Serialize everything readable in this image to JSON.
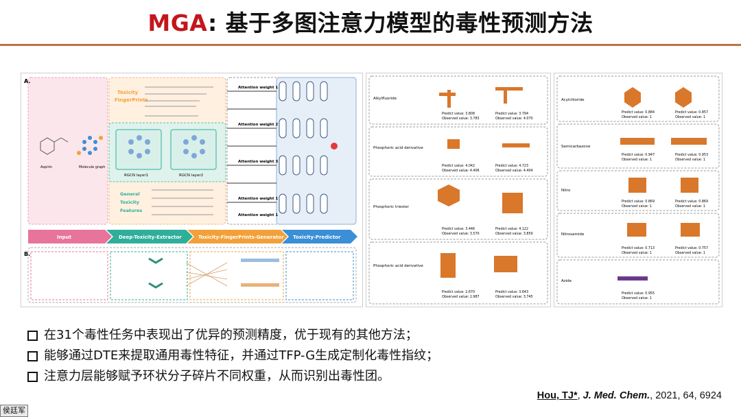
{
  "slide": {
    "title_accent": "MGA",
    "title_rest": ": 基于多图注意力模型的毒性预测方法"
  },
  "figure_a": {
    "panel_a": "A.",
    "panel_b": "B.",
    "stages": [
      "Input",
      "Deep-Toxicity-Extractor",
      "Toxicity-FingerPrints-Generator",
      "Toxicity-Predictor"
    ],
    "fingerprints_label": [
      "Toxicity",
      "FingerPrints"
    ],
    "features_label": [
      "General",
      "Toxicity",
      "Features"
    ],
    "layers": [
      "RGCN layer1",
      "RGCN layer2"
    ],
    "attention": [
      "Attention weight 1",
      "Attention weight 2",
      "Attention weight 3",
      "Attention weight 1",
      "Attention weight 1"
    ],
    "molecule_labels": [
      "Aspirin",
      "Molecule graph"
    ]
  },
  "figure_b": {
    "rows": [
      {
        "name": "Alkylfluoride",
        "p1": "Predict value: 3.808",
        "o1": "Observed value: 3.783",
        "p2": "Predict value: 3.794",
        "o2": "Observed value: 4.070"
      },
      {
        "name": "Phosphoric acid derivative",
        "p1": "Predict value: 4.042",
        "o1": "Observed value: 4.406",
        "p2": "Predict value: 4.723",
        "o2": "Observed value: 4.404"
      },
      {
        "name": "Phosphoric triester",
        "p1": "Predict value: 3.446",
        "o1": "Observed value: 3.570",
        "p2": "Predict value: 4.122",
        "o2": "Observed value: 3.859"
      },
      {
        "name": "Phosphoric acid derivative",
        "p1": "Predict value: 2.670",
        "o1": "Observed value: 2.987",
        "p2": "Predict value: 3.643",
        "o2": "Observed value: 3.745"
      }
    ]
  },
  "figure_c": {
    "rows": [
      {
        "name": "Acylchloride",
        "p1": "Predict value: 0.884",
        "o1": "Observed value: 1",
        "p2": "Predict value: 0.857",
        "o2": "Observed value: 1"
      },
      {
        "name": "Semicarbazone",
        "p1": "Predict value: 0.947",
        "o1": "Observed value: 1",
        "p2": "Predict value: 0.953",
        "o2": "Observed value: 1"
      },
      {
        "name": "Nitro",
        "p1": "Predict value: 0.869",
        "o1": "Observed value: 1",
        "p2": "Predict value: 0.869",
        "o2": "Observed value: 1"
      },
      {
        "name": "Nitrosamide",
        "p1": "Predict value: 0.713",
        "o1": "Observed value: 1",
        "p2": "Predict value: 0.757",
        "o2": "Observed value: 1"
      },
      {
        "name": "Azide",
        "p1": "Predict value: 0.955",
        "o1": "Observed value: 1",
        "p2": "",
        "o2": ""
      }
    ]
  },
  "bullets": [
    "在31个毒性任务中表现出了优异的预测精度，优于现有的其他方法；",
    "能够通过DTE来提取通用毒性特征，并通过TFP-G生成定制化毒性指纹；",
    "注意力层能够赋予环状分子碎片不同权重，从而识别出毒性团。"
  ],
  "citation": {
    "authors": "Hou, TJ*",
    "sep": ", ",
    "journal": "J. Med. Chem.",
    "details": ", 2021, 64, 6924"
  },
  "presenter": "侯廷军",
  "colors": {
    "title_accent": "#c3161c",
    "rule": "#b8744a",
    "stage_input": "#e8739b",
    "stage_extractor": "#2fae9a",
    "stage_generator": "#f2a13a",
    "stage_predictor": "#3a8fd6",
    "highlight": "#d9772b"
  }
}
